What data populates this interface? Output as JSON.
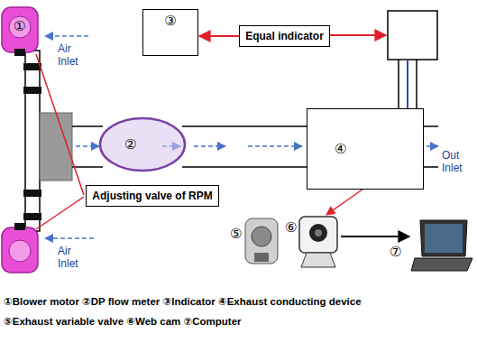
{
  "diagram": {
    "nodes": [
      {
        "text": [
          "③"
        ]
      },
      {
        "text": [
          "Equal indicator"
        ]
      },
      {
        "text": [
          "②"
        ]
      },
      {
        "text": [
          "④"
        ]
      },
      {
        "text": [
          "Adjusting valve of RPM"
        ]
      }
    ],
    "edges": [
      {
        "from": 1,
        "to": 0,
        "arrow": "to"
      }
    ],
    "labels": [
      "①",
      "Air Inlet",
      "Air Inlet",
      "Out Inlet",
      "⑤",
      "⑥",
      "⑦",
      "①Blower motor ②DP flow meter ③Indicator ④Exhaust conducting device",
      "⑤Exhaust variable valve ⑥Web cam ⑦Computer"
    ]
  }
}
